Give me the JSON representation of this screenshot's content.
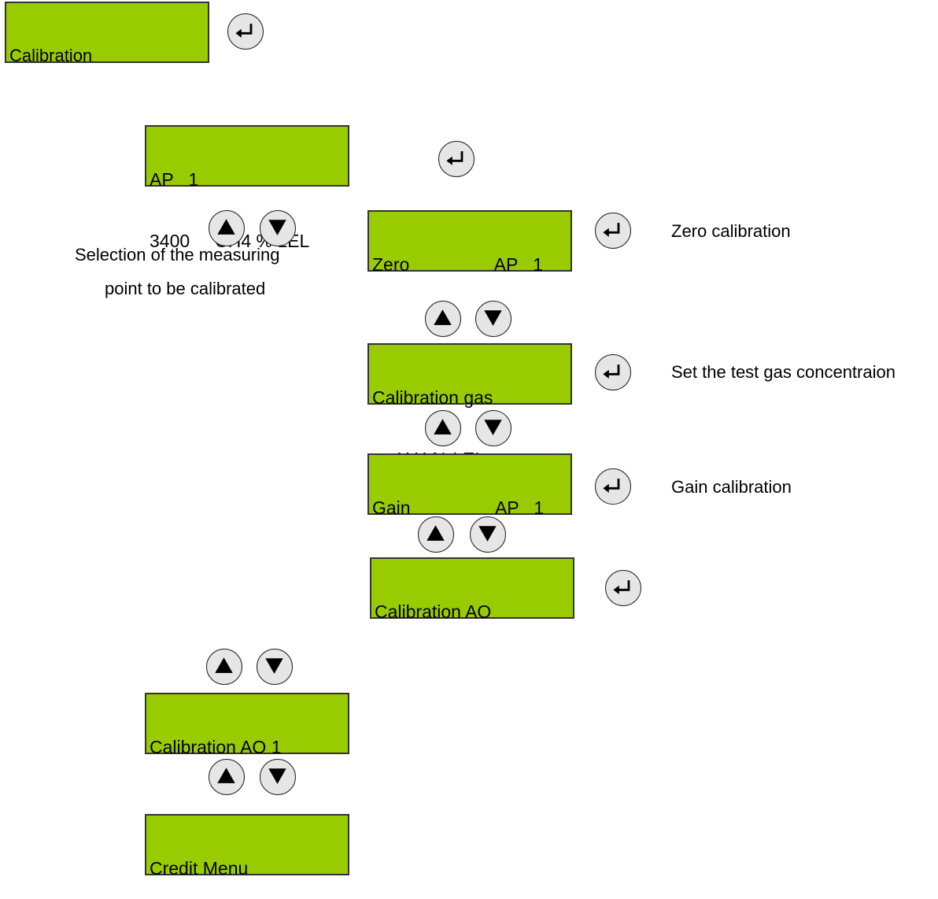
{
  "screens": {
    "calibration": {
      "line1": "Calibration",
      "line2": ""
    },
    "ap": {
      "line1": "AP   1",
      "line2": "3400     CH4 % LEL"
    },
    "zero": {
      "line1": "Zero                 AP   1",
      "line2": ""
    },
    "calgas": {
      "line1": "Calibration gas",
      "line2": "     X.X % LEL"
    },
    "gain": {
      "line1": "Gain                 AP   1",
      "line2": ""
    },
    "calao": {
      "line1": "Calibration AO",
      "line2": ""
    },
    "calao1": {
      "line1": "Calibration AO 1",
      "line2": ""
    },
    "credit": {
      "line1": "Credit Menu",
      "line2": ""
    }
  },
  "labels": {
    "selection_line1": "Selection of the measuring",
    "selection_line2": "point to be calibrated",
    "zero": "Zero calibration",
    "testgas": "Set the test gas concentraion",
    "gain": "Gain calibration"
  },
  "icons": [
    "enter-icon",
    "arrow-up-icon",
    "arrow-down-icon"
  ],
  "colors": {
    "lcd": "#99cc00",
    "button": "#e6e6e6",
    "border": "#333333"
  }
}
